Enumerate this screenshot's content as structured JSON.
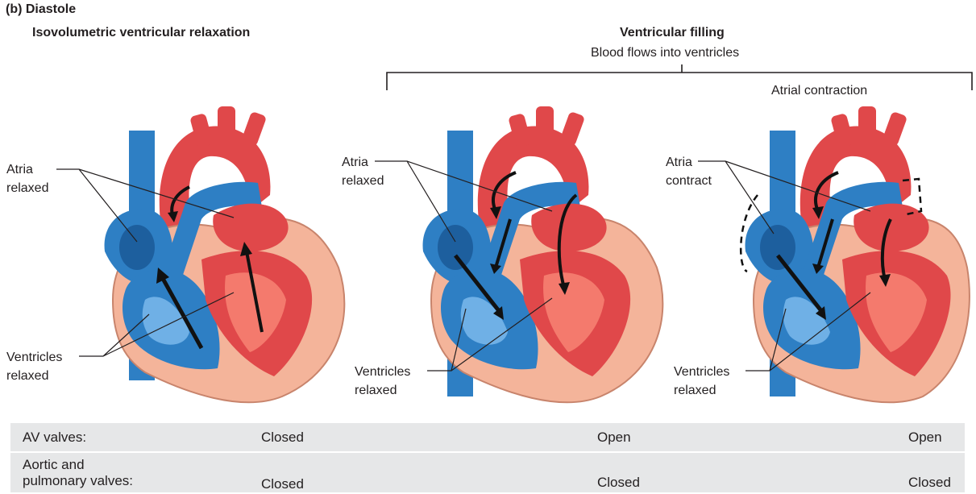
{
  "figure": {
    "part_label": "(b) Diastole",
    "phase1_title": "Isovolumetric ventricular relaxation",
    "phase2_title": "Ventricular filling",
    "phase2_subtitle": "Blood flows into ventricles",
    "phase3_title": "Atrial contraction"
  },
  "hearts": [
    {
      "atria_label": [
        "Atria",
        "relaxed"
      ],
      "ventricles_label": [
        "Ventricles",
        "relaxed"
      ]
    },
    {
      "atria_label": [
        "Atria",
        "relaxed"
      ],
      "ventricles_label": [
        "Ventricles",
        "relaxed"
      ]
    },
    {
      "atria_label": [
        "Atria",
        "contract"
      ],
      "ventricles_label": [
        "Ventricles",
        "relaxed"
      ]
    }
  ],
  "valves_table": {
    "rows": [
      {
        "label": [
          "AV valves:"
        ],
        "values": [
          "Closed",
          "Open",
          "Open"
        ]
      },
      {
        "label": [
          "Aortic and",
          "pulmonary valves:"
        ],
        "values": [
          "Closed",
          "Closed",
          "Closed"
        ]
      }
    ]
  },
  "colors": {
    "deoxygenated_blue": "#2e7fc4",
    "light_blue": "#6fb0e6",
    "oxygenated_red": "#e0484a",
    "light_red": "#f47a6d",
    "muscle_pink": "#f4b49a",
    "table_bg": "#e6e7e8"
  }
}
